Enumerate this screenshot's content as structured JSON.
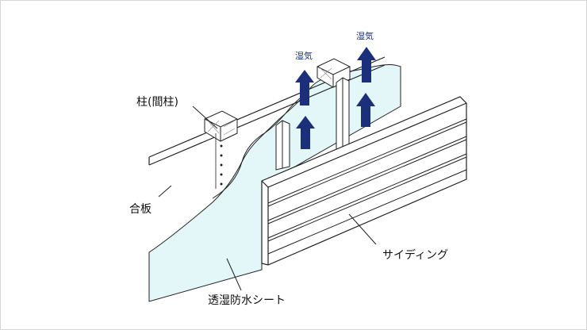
{
  "labels": {
    "pillar": "柱(間柱)",
    "plywood": "合板",
    "siding": "サイディング",
    "membrane": "透湿防水シート",
    "vapor_left": "湿気",
    "vapor_right": "湿気"
  },
  "colors": {
    "membrane_fill": "#e3f6f8",
    "arrow": "#1c2f7a",
    "line": "#222222"
  }
}
